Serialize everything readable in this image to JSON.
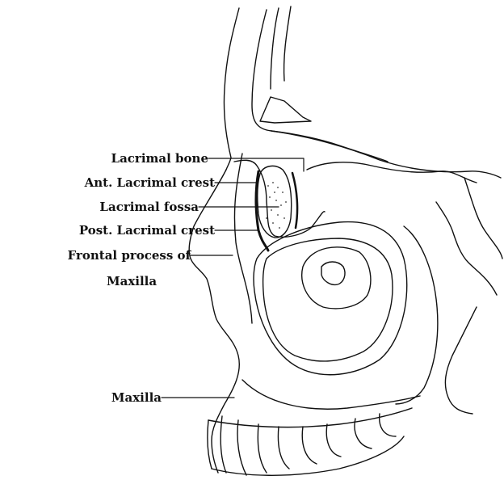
{
  "labels": {
    "lacrimal_bone": "Lacrimal bone",
    "ant_lacrimal_crest": "Ant. Lacrimal crest",
    "lacrimal_fossa": "Lacrimal fossa",
    "post_lacrimal_crest": "Post. Lacrimal crest",
    "frontal_process_line1": "Frontal process of",
    "frontal_process_line2": "Maxilla",
    "maxilla": "Maxilla"
  },
  "colors": {
    "ink": "#111111",
    "stipple": "#333333"
  }
}
